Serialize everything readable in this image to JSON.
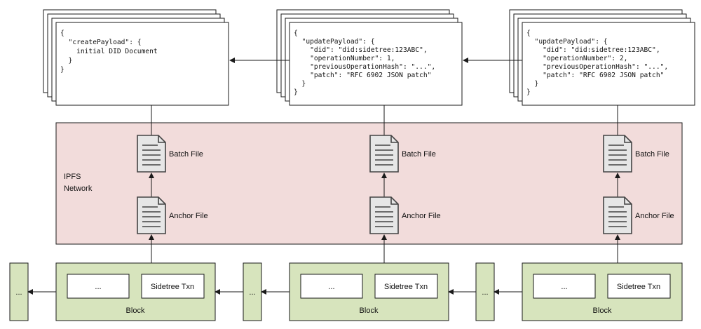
{
  "ipfs": {
    "label_line1": "IPFS",
    "label_line2": "Network"
  },
  "payloads": [
    {
      "lines": [
        "{",
        "  \"createPayload\": {",
        "    initial DID Document",
        "  }",
        "}"
      ]
    },
    {
      "lines": [
        "{",
        "  \"updatePayload\": {",
        "    \"did\": \"did:sidetree:123ABC\",",
        "    \"operationNumber\": 1,",
        "    \"previousOperationHash\": \"...\",",
        "    \"patch\": \"RFC 6902 JSON patch\"",
        "  }",
        "}"
      ]
    },
    {
      "lines": [
        "{",
        "  \"updatePayload\": {",
        "    \"did\": \"did:sidetree:123ABC\",",
        "    \"operationNumber\": 2,",
        "    \"previousOperationHash\": \"...\",",
        "    \"patch\": \"RFC 6902 JSON patch\"",
        "  }",
        "}"
      ]
    }
  ],
  "columns": [
    {
      "batch_file": "Batch File",
      "anchor_file": "Anchor File",
      "block_label": "Block",
      "block_content": "...",
      "txn_label": "Sidetree Txn",
      "prev_block": "..."
    },
    {
      "batch_file": "Batch File",
      "anchor_file": "Anchor File",
      "block_label": "Block",
      "block_content": "...",
      "txn_label": "Sidetree Txn",
      "prev_block": "..."
    },
    {
      "batch_file": "Batch File",
      "anchor_file": "Anchor File",
      "block_label": "Block",
      "block_content": "...",
      "txn_label": "Sidetree Txn",
      "prev_block": "..."
    }
  ],
  "colors": {
    "ipfs_fill": "#f2dcdb",
    "block_fill": "#d7e4bd",
    "stroke": "#1a1a1a"
  }
}
